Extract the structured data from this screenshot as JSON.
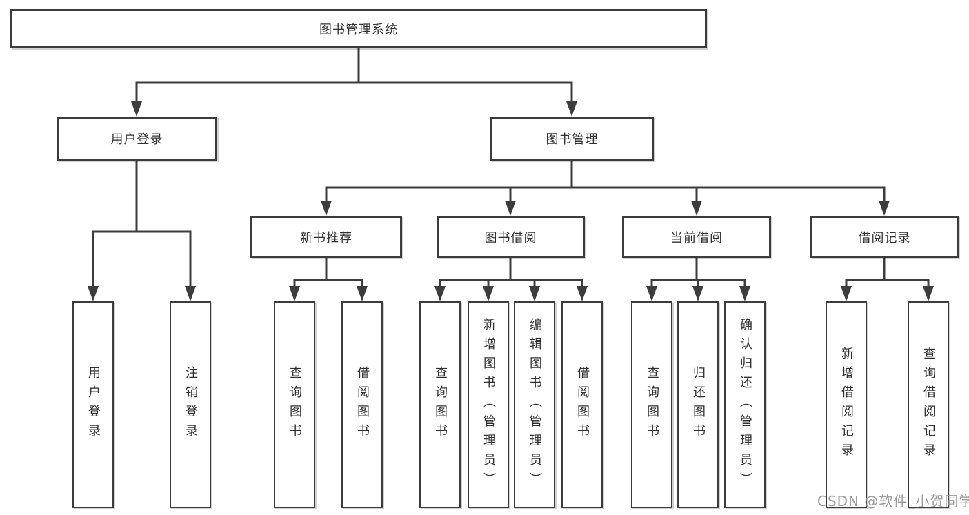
{
  "nodes": {
    "root": "图书管理系统",
    "user_login": "用户登录",
    "book_mgmt": "图书管理",
    "leaf_user_login": "用户登录",
    "leaf_logout": "注销登录",
    "new_books": "新书推荐",
    "book_borrow": "图书借阅",
    "current_borrow": "当前借阅",
    "borrow_records": "借阅记录",
    "nb_query": "查询图书",
    "nb_borrow": "借阅图书",
    "bb_query": "查询图书",
    "bb_add": "新增图书（管理员）",
    "bb_edit": "编辑图书（管理员）",
    "bb_borrow": "借阅图书",
    "cb_query": "查询图书",
    "cb_return": "归还图书",
    "cb_confirm": "确认归还（管理员）",
    "br_add": "新增借阅记录",
    "br_query": "查询借阅记录"
  },
  "hierarchy": {
    "图书管理系统": [
      "用户登录",
      "图书管理"
    ],
    "用户登录": [
      "用户登录",
      "注销登录"
    ],
    "图书管理": [
      "新书推荐",
      "图书借阅",
      "当前借阅",
      "借阅记录"
    ],
    "新书推荐": [
      "查询图书",
      "借阅图书"
    ],
    "图书借阅": [
      "查询图书",
      "新增图书（管理员）",
      "编辑图书（管理员）",
      "借阅图书"
    ],
    "当前借阅": [
      "查询图书",
      "归还图书",
      "确认归还（管理员）"
    ],
    "借阅记录": [
      "新增借阅记录",
      "查询借阅记录"
    ]
  },
  "watermark": "CSDN @软件_小贺同学",
  "colors": {
    "line": "#3c3c3c",
    "text": "#303030",
    "box_fill": "#ffffff",
    "background": "#ffffff",
    "watermark": "#969696"
  }
}
